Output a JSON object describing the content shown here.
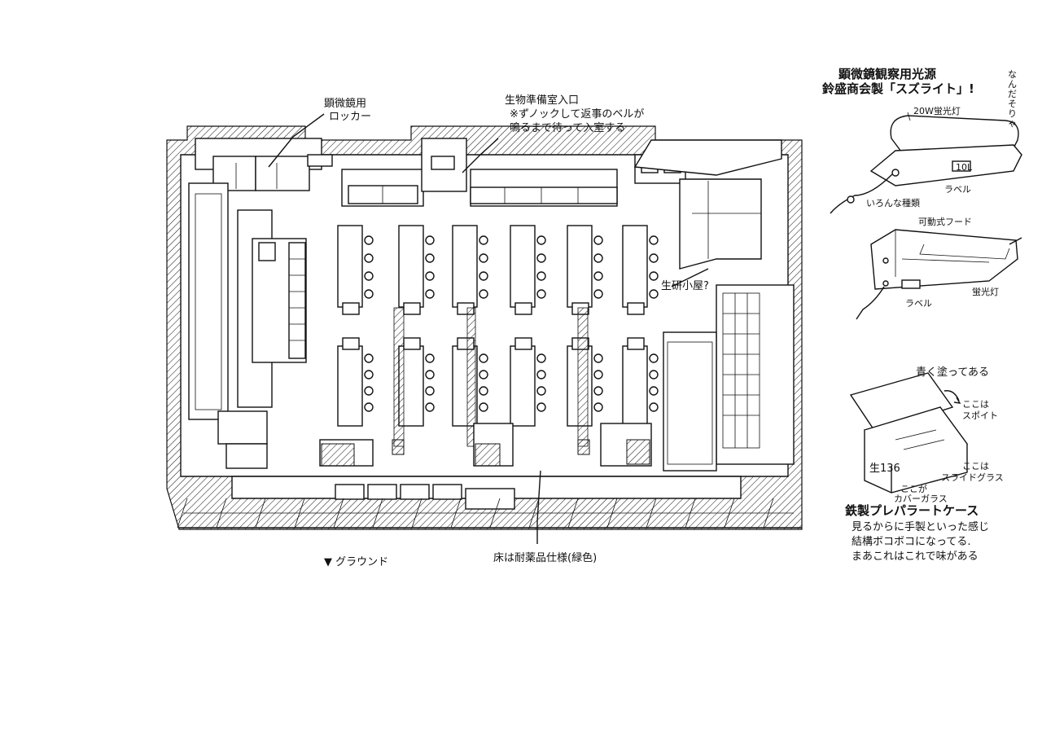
{
  "labels": {
    "microscope_locker": [
      "顕微鏡用",
      "ロッカー"
    ],
    "prep_room_entrance": [
      "生物準備室入口",
      "※ずノックして返事のベルが",
      "鳴るまで待って入室する"
    ],
    "bioken_hut": "生研小屋?",
    "ground": "▼ グラウンド",
    "floor_note": "床は耐薬品仕様(緑色)"
  },
  "light_source": {
    "title_line1": "顕微鏡観察用光源",
    "title_line2": "鈴盛商会製「スズライト」!",
    "aside": "なんだそりゃ",
    "lamp_label": "20W蛍光灯",
    "label_tag": "10L",
    "label_caption": "ラベル",
    "variety": "いろんな種類",
    "movable_hood": "可動式フード",
    "fluorescent": "蛍光灯",
    "label_caption2": "ラベル"
  },
  "prep_case": {
    "painted_note": "青く塗ってある",
    "dropper": [
      "ここは",
      "スポイト"
    ],
    "slide_glass": [
      "ここは",
      "スライドグラス"
    ],
    "cover_glass": [
      "ここが",
      "カバーガラス"
    ],
    "case_number": "生136",
    "title": "鉄製プレパラートケース",
    "desc": [
      "見るからに手製といった感じ",
      "結構ボコボコになってる.",
      "まあこれはこれで味がある"
    ]
  }
}
